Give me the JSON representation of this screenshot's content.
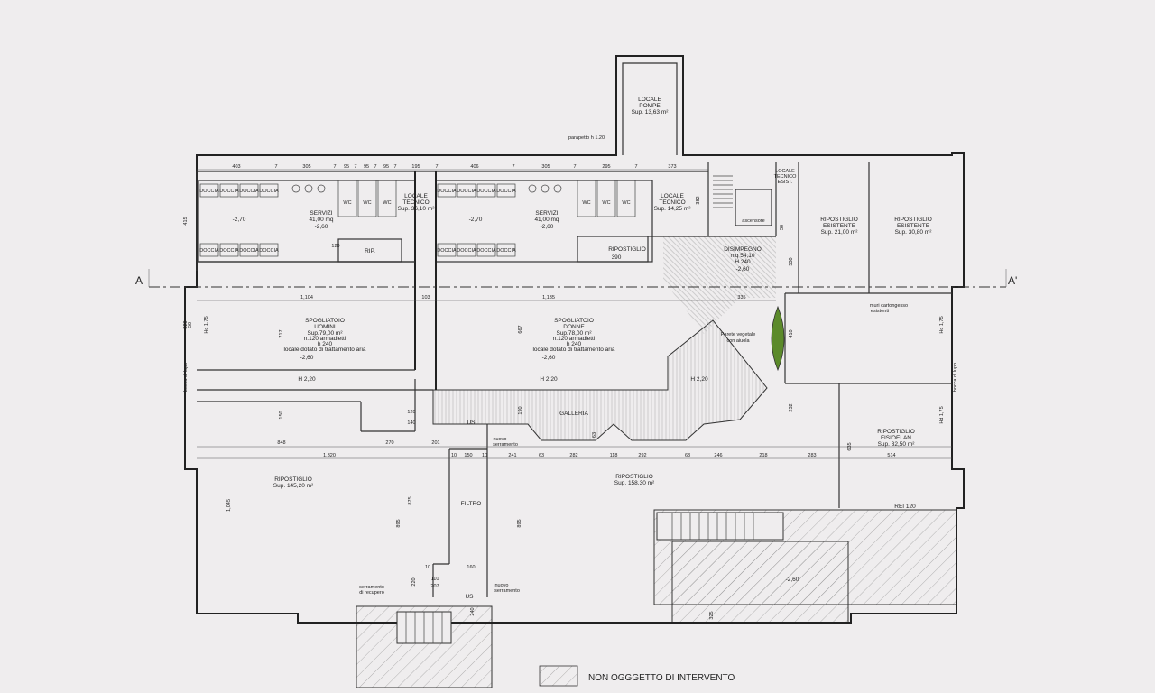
{
  "section": {
    "left": "A",
    "right": "A'"
  },
  "legend": {
    "text": "NON OGGGETTO DI INTERVENTO"
  },
  "rooms": {
    "locale_pompe": {
      "lines": [
        "LOCALE",
        "POMPE",
        "Sup. 13,63 m²"
      ]
    },
    "parapetto": "parapetto h 1.20",
    "servizi_1": {
      "lines": [
        "SERVIZI",
        "41,00 mq",
        "-2,60"
      ],
      "level": "-2,70"
    },
    "servizi_2": {
      "lines": [
        "SERVIZI",
        "41,00 mq",
        "-2,60"
      ],
      "level": "-2,70"
    },
    "locale_tecnico_1": {
      "lines": [
        "LOCALE",
        "TECNICO",
        "Sup. 36,10 m²"
      ]
    },
    "locale_tecnico_2": {
      "lines": [
        "LOCALE",
        "TECNICO",
        "Sup. 14,25 m²"
      ]
    },
    "locale_tecnico_esist": {
      "lines": [
        "LOCALE",
        "TECNICO",
        "ESIST."
      ]
    },
    "ascensore": "ascensore",
    "rip": "RIP.",
    "ripostiglio_390": {
      "lines": [
        "RIPOSTIGLIO",
        "390"
      ]
    },
    "disimpegno": {
      "lines": [
        "DISIMPEGNO",
        "mq 54,10",
        "H 240",
        "-2,60"
      ]
    },
    "ripostiglio_esistente_1": {
      "lines": [
        "RIPOSTIGLIO",
        "ESISTENTE",
        "Sup. 21,00 m²"
      ]
    },
    "ripostiglio_esistente_2": {
      "lines": [
        "RIPOSTIGLIO",
        "ESISTENTE",
        "Sup. 30,80 m²"
      ]
    },
    "muri_cartongesso": {
      "lines": [
        "muri cartongesso",
        "esistenti"
      ]
    },
    "spogliatoio_uomini": {
      "lines": [
        "SPOGLIATOIO",
        "UOMINI",
        "Sup.79,00 m²",
        "n.120 armadietti",
        "h 240",
        "locale dotato di trattamento aria",
        "-2,60"
      ]
    },
    "spogliatoio_donne": {
      "lines": [
        "SPOGLIATOIO",
        "DONNE",
        "Sup.78,00 m²",
        "n.120 armadietti",
        "h 240",
        "locale dotato di trattamento aria",
        "-2,60"
      ]
    },
    "parete_vegetale": {
      "lines": [
        "Parete vegetale",
        "con aiuola"
      ]
    },
    "h220_1": "H 2,20",
    "h220_2": "H 2,20",
    "h220_3": "H 2,20",
    "galleria": "GALLERIA",
    "bocca_di_lupo": "bocca di lupo",
    "hd175": "Hd 1,75",
    "ripostiglio_fisioelan": {
      "lines": [
        "RIPOSTIGLIO",
        "FISIOELAN",
        "Sup. 32,50 m²"
      ]
    },
    "ripostiglio_145": {
      "lines": [
        "RIPOSTIGLIO",
        "Sup. 145,20 m²"
      ]
    },
    "ripostiglio_158": {
      "lines": [
        "RIPOSTIGLIO",
        "Sup. 158,30 m²"
      ]
    },
    "filtro": "FILTRO",
    "us": "US",
    "nuovo_serramento": [
      "nuovo",
      "serramento"
    ],
    "serramento_recupero": [
      "serramento",
      "di recupero"
    ],
    "rei120": "REI 120",
    "level_stair": "-2,60",
    "doccia": "DOCCIA",
    "wc": "WC"
  },
  "dims": {
    "top": [
      "403",
      "7",
      "305",
      "7",
      "95",
      "7",
      "95",
      "7",
      "95",
      "7",
      "195",
      "7",
      "406",
      "7",
      "305",
      "7",
      "295",
      "7",
      "373"
    ],
    "row1": [
      "1,104",
      "103",
      "1,135",
      "335"
    ],
    "row2": [
      "848",
      "270",
      "201",
      "10",
      "150",
      "10",
      "241",
      "63",
      "282",
      "118",
      "292",
      "63",
      "246",
      "218",
      "283",
      "514"
    ],
    "row3": [
      "1,320",
      "875",
      "895",
      "895",
      "1,045",
      "635"
    ],
    "misc": [
      "415",
      "717",
      "667",
      "120",
      "140",
      "150",
      "190",
      "63",
      "232",
      "410",
      "530",
      "382",
      "320",
      "50",
      "325",
      "160",
      "110",
      "207",
      "220",
      "240",
      "10",
      "120",
      "30"
    ]
  }
}
